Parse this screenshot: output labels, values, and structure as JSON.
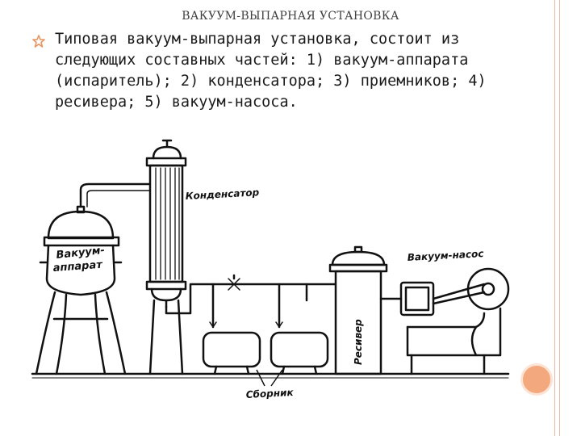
{
  "slide": {
    "title": "ВАКУУМ-ВЫПАРНАЯ УСТАНОВКА",
    "bullet_icon": "orange-outlined-star",
    "body": "Типовая вакуум-выпарная установка, состоит из следующих составных частей: 1) вакуум-аппарата (испаритель); 2) конденсатора; 3) приемников; 4) ресивера; 5) вакуум-насоса."
  },
  "diagram": {
    "labels": {
      "apparatus_line1": "Вакуум-",
      "apparatus_line2": "аппарат",
      "condenser": "Конденсатор",
      "pump": "Вакуум-насос",
      "receiver": "Ресивер",
      "collector": "Сборник"
    }
  },
  "theme": {
    "accent": "#f3a87e",
    "rail": "#e7b9a4",
    "star": "#e8955e"
  }
}
